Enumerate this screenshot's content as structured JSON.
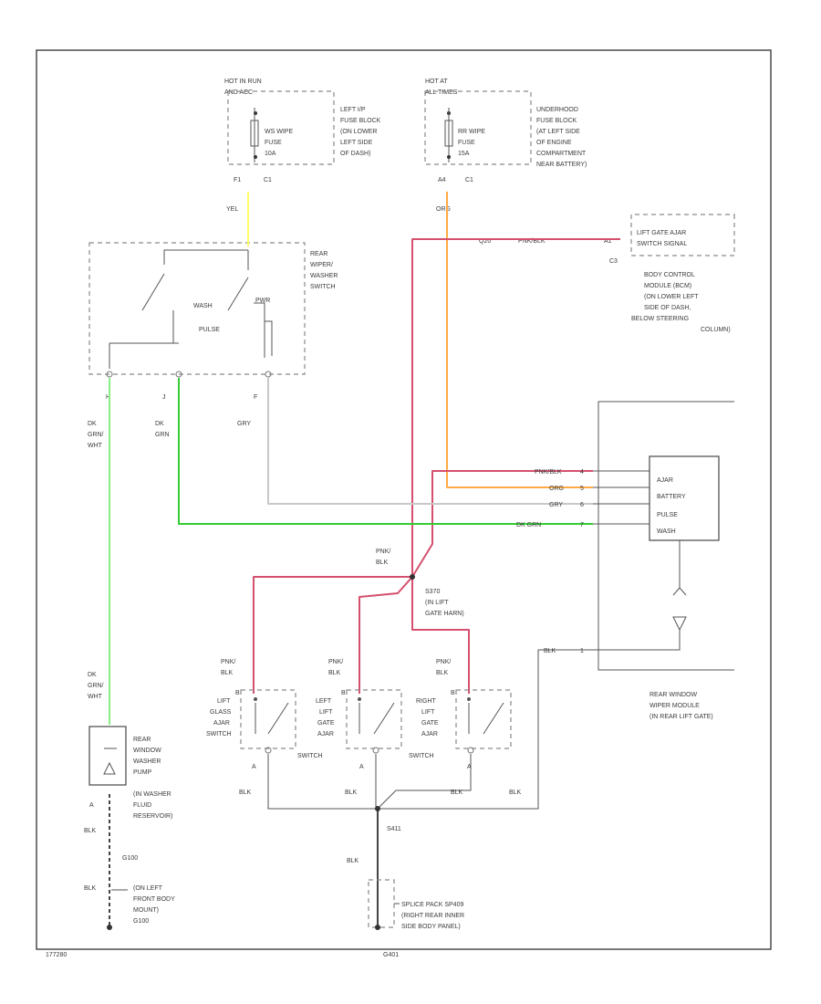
{
  "colors": {
    "yel": "#ffff66",
    "org": "#ffaa44",
    "pnk_blk": "#d4506e",
    "dk_grn": "#33cc33",
    "lt_grn": "#88ee88",
    "gry": "#c8c8c8",
    "blk": "#444444"
  },
  "fuse_left": {
    "hot_label": "HOT IN RUN",
    "hot_sub": "AND ACC",
    "fuse_line1": "WS WIPE",
    "fuse_line2": "FUSE",
    "fuse_line3": "10A",
    "desc": [
      "LEFT I/P",
      "FUSE BLOCK",
      "(ON LOWER",
      "LEFT SIDE",
      "OF DASH)"
    ],
    "pin": "F1",
    "conn": "C1",
    "wire": "YEL"
  },
  "fuse_right": {
    "hot_label": "HOT AT",
    "hot_sub": "ALL TIMES",
    "fuse_line1": "RR WIPE",
    "fuse_line2": "FUSE",
    "fuse_line3": "15A",
    "desc": [
      "UNDERHOOD",
      "FUSE BLOCK",
      "(AT LEFT SIDE",
      "OF ENGINE",
      "COMPARTMENT",
      "NEAR BATTERY)"
    ],
    "pin": "A4",
    "conn": "C1",
    "wire": "ORG"
  },
  "bcm": {
    "wire_num": "Q20",
    "wire_color": "PNK/BLK",
    "pin": "A1",
    "conn": "C3",
    "signal": [
      "LIFT GATE AJAR",
      "SWITCH SIGNAL"
    ],
    "desc": [
      "BODY CONTROL",
      "MODULE (BCM)",
      "(ON LOWER LEFT",
      "SIDE OF DASH,",
      "BELOW STEERING",
      "COLUMN)"
    ]
  },
  "rear_switch": {
    "desc": [
      "REAR",
      "WIPER/",
      "WASHER",
      "SWITCH"
    ],
    "wash": "WASH",
    "pwr": "PWR",
    "pulse": "PULSE",
    "pins": [
      "H",
      "J",
      "F"
    ],
    "wires": [
      [
        "DK",
        "GRN/",
        "WHT"
      ],
      [
        "DK",
        "GRN"
      ],
      [
        "GRY"
      ]
    ]
  },
  "wiper_module": {
    "inputs": [
      "AJAR",
      "BATTERY",
      "PULSE",
      "WASH"
    ],
    "wires": [
      "PNK/BLK",
      "ORG",
      "GRY",
      "DK GRN"
    ],
    "pins": [
      "4",
      "5",
      "6",
      "7"
    ],
    "gnd_wire": "BLK",
    "gnd_pin": "1",
    "desc": [
      "REAR WINDOW",
      "WIPER MODULE",
      "(IN REAR LIFT GATE)"
    ]
  },
  "splice": {
    "wire": [
      "PNK/",
      "BLK"
    ],
    "id": "S370",
    "desc": [
      "(IN LIFT",
      "GATE HARN)"
    ]
  },
  "ajar_switches": [
    {
      "wire": [
        "PNK/",
        "BLK"
      ],
      "pin_top": "B",
      "pin_bottom": "A",
      "gnd": "BLK",
      "desc": [
        "LIFT",
        "GLASS",
        "AJAR",
        "SWITCH"
      ]
    },
    {
      "wire": [
        "PNK/",
        "BLK"
      ],
      "pin_top": "B",
      "pin_bottom": "A",
      "gnd": "BLK",
      "desc": [
        "LEFT",
        "LIFT",
        "GATE",
        "AJAR",
        "SWITCH"
      ]
    },
    {
      "wire": [
        "PNK/",
        "BLK"
      ],
      "pin_top": "B",
      "pin_bottom": "A",
      "gnd": "BLK",
      "desc": [
        "RIGHT",
        "LIFT",
        "GATE",
        "AJAR",
        "SWITCH"
      ]
    }
  ],
  "gnd_splice": {
    "id": "S411",
    "wire": "BLK",
    "extra": "BLK",
    "module_wire": "BLK"
  },
  "pump": {
    "wire": [
      "DK",
      "GRN/",
      "WHT"
    ],
    "desc": [
      "REAR",
      "WINDOW",
      "WASHER",
      "PUMP",
      "(IN WASHER",
      "FLUID",
      "RESERVOIR)"
    ],
    "pin": "A",
    "gnd_wire": "BLK",
    "gnd_id": "G100",
    "gnd_wire2": "BLK",
    "gnd_desc": [
      "(ON LEFT",
      "FRONT BODY",
      "MOUNT)",
      "G100"
    ]
  },
  "splice_pack": {
    "wire": "BLK",
    "desc": [
      "SPLICE PACK SP409",
      "(RIGHT REAR INNER",
      "SIDE BODY PANEL)"
    ],
    "id": "G401"
  },
  "footer": {
    "left": "177280",
    "center": "G401"
  }
}
